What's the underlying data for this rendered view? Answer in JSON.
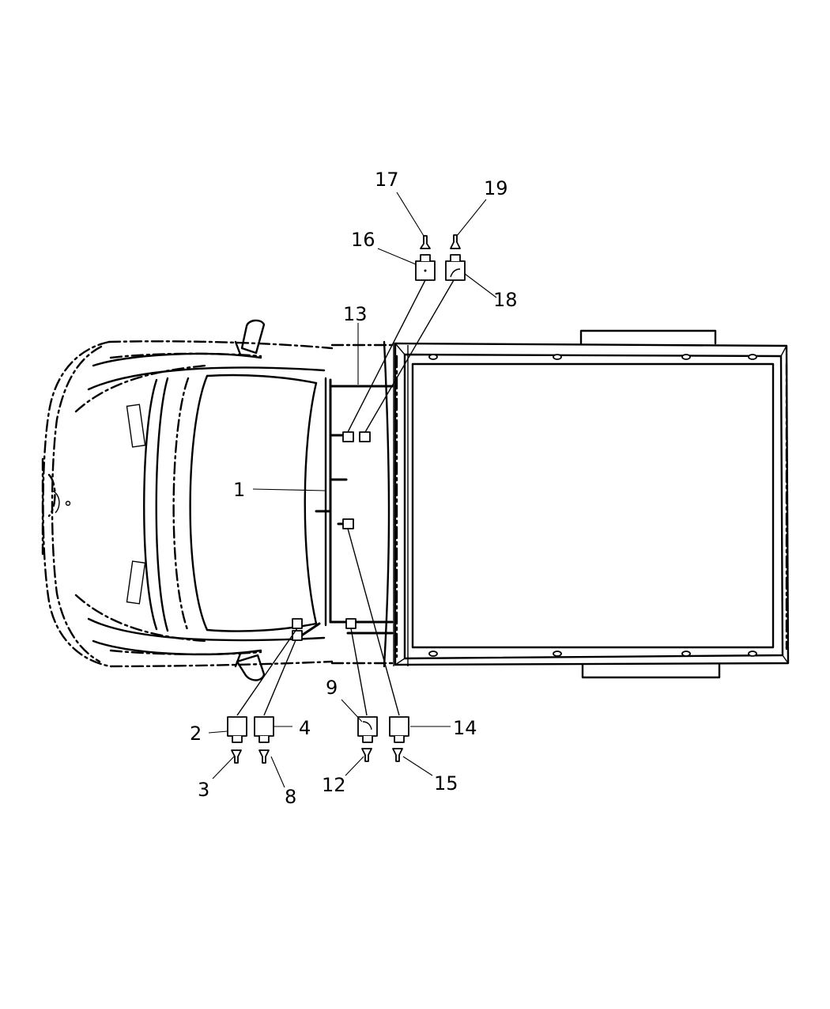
{
  "callouts": {
    "c1": "1",
    "c2": "2",
    "c3": "3",
    "c4": "4",
    "c8": "8",
    "c9": "9",
    "c12": "12",
    "c13": "13",
    "c14": "14",
    "c15": "15",
    "c16": "16",
    "c17": "17",
    "c18": "18",
    "c19": "19"
  }
}
